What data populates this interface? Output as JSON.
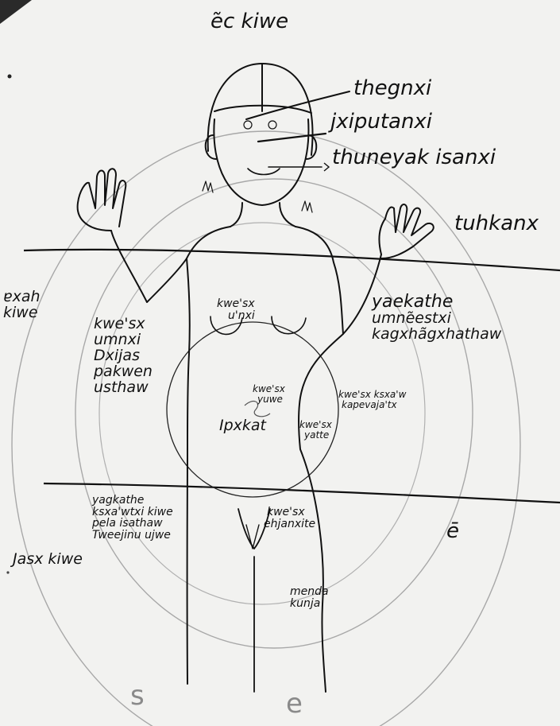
{
  "labels": {
    "top_title": "ẽc kiwe",
    "head_top": "thegnxi",
    "nose": "jxiputanxi",
    "mouth": "thuneyak isanxi",
    "hand": "tuhkanx",
    "left_sky": [
      "ɐxah",
      "kiwe"
    ],
    "left_list": [
      "kwe'sx",
      "umnxi",
      "Dxijas",
      "pakwen",
      "usthaw"
    ],
    "chest": [
      "kwe'sx",
      "u'nxi"
    ],
    "right_list": [
      "yaekathe",
      "umnẽestxi",
      "kagxhãgxhathaw"
    ],
    "navel": [
      "kwe'sx",
      "yuwe"
    ],
    "belly": "Ipxkat",
    "hip": [
      "kwe'sx",
      "yatte"
    ],
    "right_mid": [
      "kwe'sx ksxa'w",
      "kapevaja'tx"
    ],
    "lower_left": [
      "yagkathe",
      "ksxa'wtxi kiwe",
      "pela isathaw",
      "Tweejinu ujwe"
    ],
    "groin": [
      "kwe'sx",
      "ehjanxite"
    ],
    "right_e": "ē",
    "underworld": "Jasx kiwe",
    "foot": [
      "menda",
      "kunja"
    ],
    "bottom_s": "s",
    "bottom_e": "e"
  },
  "colors": {
    "ink": "#111111",
    "pencil": "#9a9a9a",
    "paper": "#f2f2f0"
  }
}
